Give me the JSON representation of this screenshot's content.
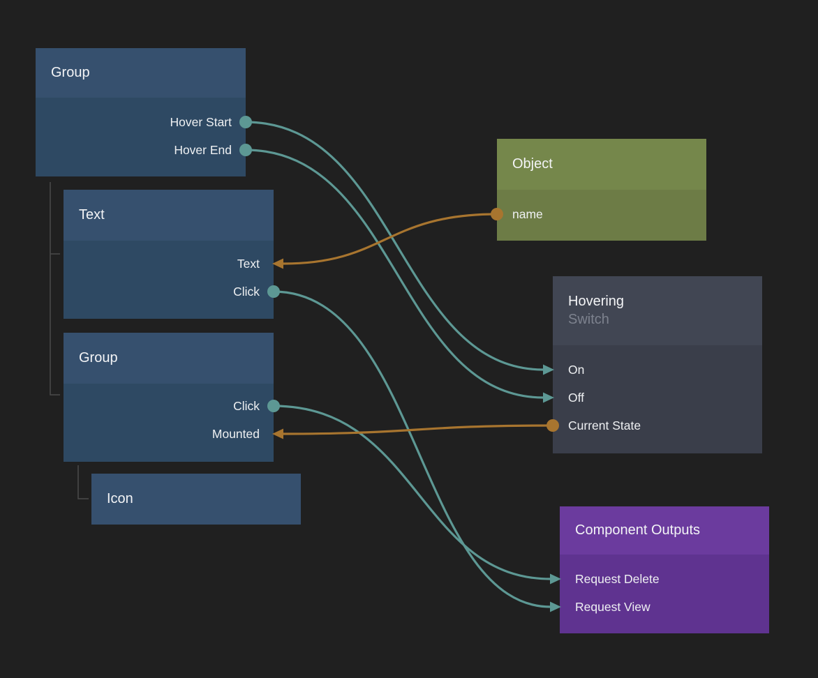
{
  "nodes": {
    "group1": {
      "title": "Group",
      "outputs": [
        {
          "label": "Hover Start"
        },
        {
          "label": "Hover End"
        }
      ]
    },
    "text1": {
      "title": "Text",
      "inputs": [
        {
          "label": "Text"
        }
      ],
      "outputs": [
        {
          "label": "Click"
        }
      ]
    },
    "group2": {
      "title": "Group",
      "outputs": [
        {
          "label": "Click"
        }
      ],
      "inputs": [
        {
          "label": "Mounted"
        }
      ]
    },
    "icon1": {
      "title": "Icon"
    },
    "object1": {
      "title": "Object",
      "outputs": [
        {
          "label": "name"
        }
      ]
    },
    "hovering": {
      "title": "Hovering",
      "subtitle": "Switch",
      "inputs": [
        {
          "label": "On"
        },
        {
          "label": "Off"
        }
      ],
      "outputs": [
        {
          "label": "Current State"
        }
      ]
    },
    "componentOutputs": {
      "title": "Component Outputs",
      "inputs": [
        {
          "label": "Request Delete"
        },
        {
          "label": "Request View"
        }
      ]
    }
  },
  "connections": [
    {
      "from": "Group.Hover Start",
      "to": "Hovering.On",
      "type": "signal",
      "color": "#5d9894"
    },
    {
      "from": "Group.Hover End",
      "to": "Hovering.Off",
      "type": "signal",
      "color": "#5d9894"
    },
    {
      "from": "Object.name",
      "to": "Text.Text",
      "type": "data",
      "color": "#a8752f"
    },
    {
      "from": "Text.Click",
      "to": "Component Outputs.Request View",
      "type": "signal",
      "color": "#5d9894"
    },
    {
      "from": "Group.Click",
      "to": "Component Outputs.Request Delete",
      "type": "signal",
      "color": "#5d9894"
    },
    {
      "from": "Hovering.Current State",
      "to": "Group.Mounted",
      "type": "data",
      "color": "#a8752f"
    }
  ],
  "colors": {
    "background": "#202020",
    "signal_wire": "#5d9894",
    "data_wire": "#a8752f",
    "node_blue_header": "#36506e",
    "node_blue_body": "#2e4963",
    "node_olive_header": "#75874b",
    "node_olive_body": "#6d7c46",
    "node_gray_header": "#414653",
    "node_gray_body": "#3a3e4a",
    "node_purple_header": "#6b3b9e",
    "node_purple_body": "#5f3390",
    "hierarchy_line": "#4a4a4a"
  }
}
